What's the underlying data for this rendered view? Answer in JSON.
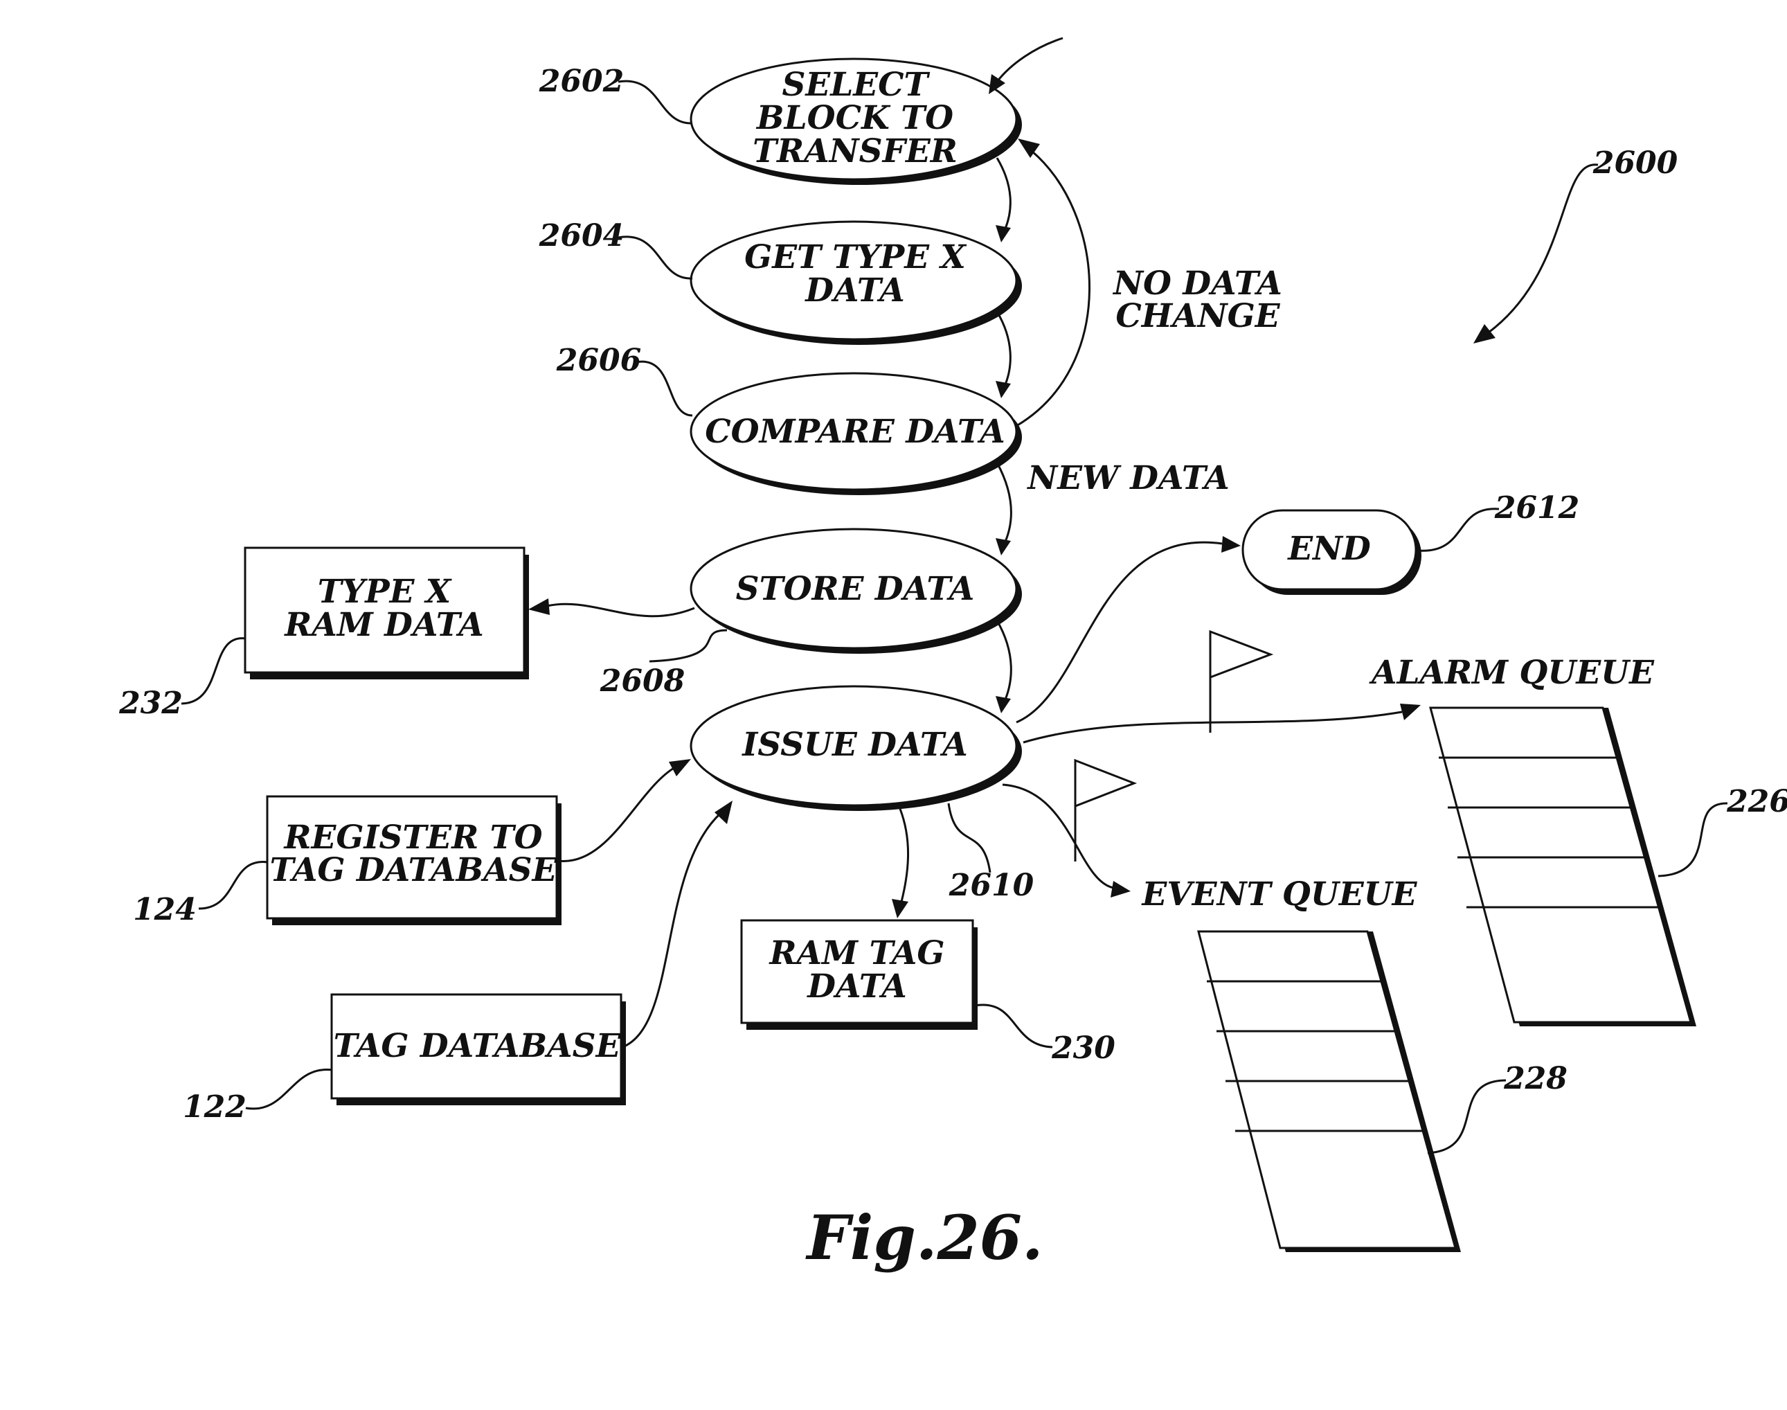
{
  "figure_title": "Fig.26.",
  "reference": {
    "diagram": "2600",
    "select": "2602",
    "get": "2604",
    "compare": "2606",
    "store": "2608",
    "issue": "2610",
    "end": "2612",
    "type_x_ram": "232",
    "register": "124",
    "tag_db": "122",
    "ram_tag": "230",
    "alarm_queue": "226",
    "event_queue": "228"
  },
  "nodes": {
    "select": [
      "SELECT",
      "BLOCK TO",
      "TRANSFER"
    ],
    "get": [
      "GET TYPE X",
      "DATA"
    ],
    "compare": [
      "COMPARE DATA"
    ],
    "store": [
      "STORE DATA"
    ],
    "issue": [
      "ISSUE DATA"
    ],
    "end": [
      "END"
    ],
    "type_x_ram": [
      "TYPE X",
      "RAM DATA"
    ],
    "register": [
      "REGISTER TO",
      "TAG DATABASE"
    ],
    "tag_db": [
      "TAG DATABASE"
    ],
    "ram_tag": [
      "RAM TAG",
      "DATA"
    ]
  },
  "edge_labels": {
    "no_change": [
      "NO DATA",
      "CHANGE"
    ],
    "new_data": "NEW DATA"
  },
  "queues": {
    "alarm": "ALARM QUEUE",
    "event": "EVENT QUEUE"
  }
}
